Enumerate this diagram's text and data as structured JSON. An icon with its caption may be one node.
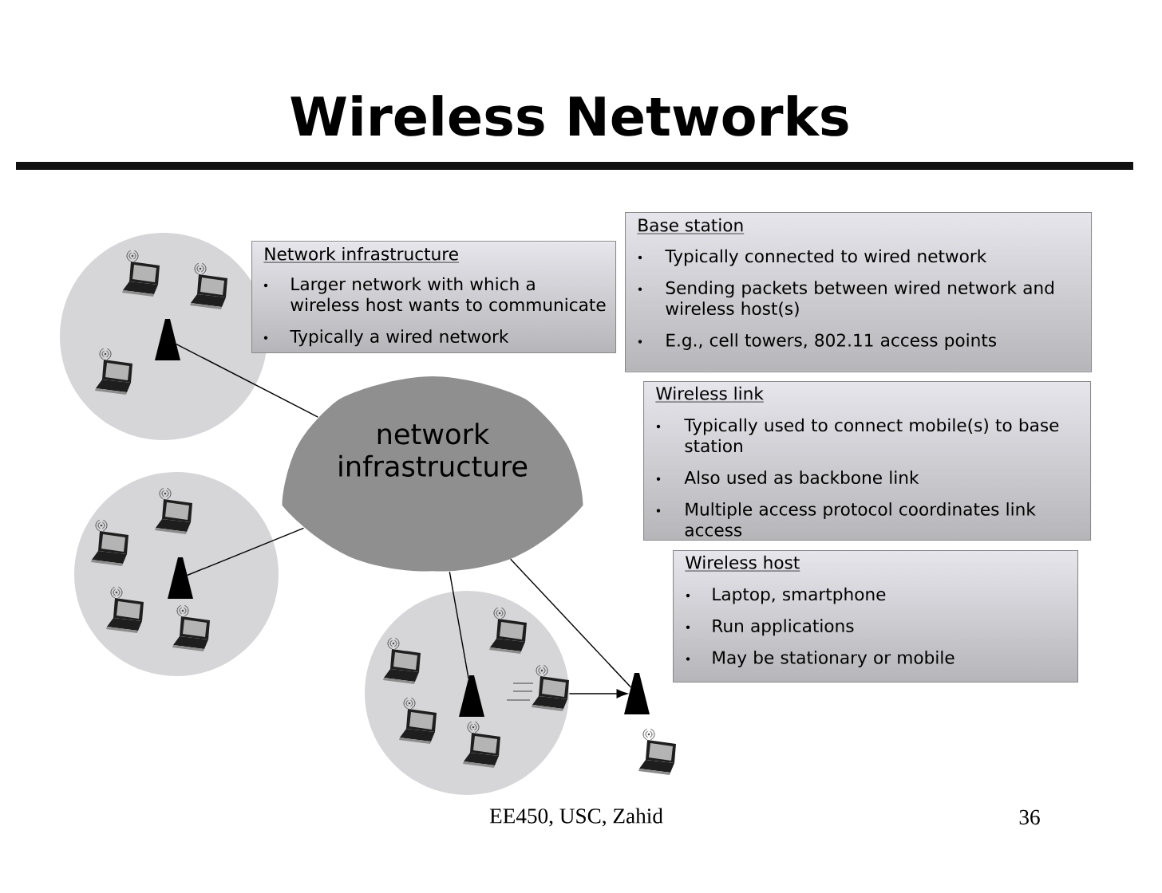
{
  "diagram": {
    "title": "Wireless Networks",
    "nodes": [
      {
        "text": [],
        "shape": "circle"
      },
      {
        "text": [],
        "shape": "triangle",
        "in": 0
      },
      {
        "text": [
          "Network infrastructure",
          "Larger network with which a wireless host wants to communicate",
          "Typically a wired network"
        ]
      },
      {
        "text": [
          "Base station",
          "Typically connected to wired network",
          "Sending packets between wired network and wireless host(s)",
          "E.g., cell towers, 802.11 access points"
        ]
      },
      {
        "text": [
          "network infrastructure"
        ]
      },
      {
        "text": [
          "Wireless link",
          "Typically used to connect mobile(s) to base station",
          "Also used as backbone link",
          "Multiple access protocol coordinates link access"
        ]
      },
      {
        "text": [],
        "shape": "circle"
      },
      {
        "text": [],
        "shape": "triangle",
        "in": 6
      },
      {
        "text": [
          "Wireless host",
          "Laptop, smartphone",
          "Run applications",
          "May be stationary or mobile"
        ]
      },
      {
        "text": [],
        "shape": "circle"
      },
      {
        "text": [],
        "shape": "triangle",
        "in": 9
      },
      {
        "text": [],
        "shape": "picture",
        "in": 9
      },
      {
        "text": [],
        "shape": "triangle"
      }
    ],
    "edges": [
      {
        "from": 4,
        "to": 1,
        "arrow": "none"
      },
      {
        "from": 4,
        "to": 7,
        "arrow": "none"
      },
      {
        "from": 4,
        "to": 10,
        "arrow": "none"
      },
      {
        "from": 4,
        "to": 12,
        "arrow": "none"
      },
      {
        "from": 11,
        "to": 12,
        "arrow": "to"
      }
    ],
    "labels": [
      "EE450, USC, Zahid",
      "36"
    ]
  }
}
